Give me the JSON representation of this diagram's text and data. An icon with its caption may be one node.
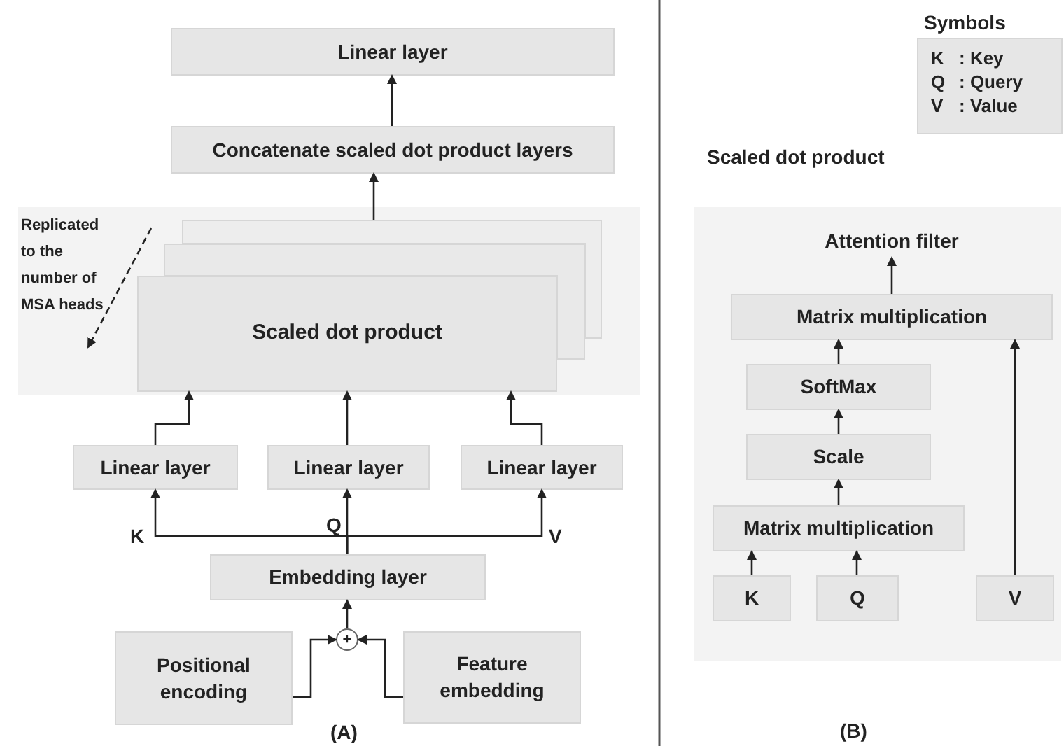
{
  "diagram": {
    "nodes": [
      {
        "text": [
          "Linear layer"
        ]
      },
      {
        "text": [
          "Concatenate scaled dot product layers"
        ]
      },
      {
        "text": [
          "Replicated to the number of MSA heads"
        ]
      },
      {
        "text": [],
        "shape": "box",
        "in": 2
      },
      {
        "text": [],
        "shape": "box",
        "in": 2
      },
      {
        "text": [
          "Scaled dot product"
        ],
        "in": 2
      },
      {
        "text": [
          "Linear layer"
        ]
      },
      {
        "text": [
          "Linear layer"
        ]
      },
      {
        "text": [
          "Linear layer"
        ]
      },
      {
        "text": [
          "Embedding layer"
        ]
      },
      {
        "text": [
          "+"
        ]
      },
      {
        "text": [
          "Positional encoding"
        ]
      },
      {
        "text": [
          "Feature embedding"
        ]
      },
      {
        "text": [
          "Symbols",
          "K",
          ": Key",
          "Q",
          ": Query",
          "V",
          ": Value"
        ]
      },
      {
        "text": [
          "Scaled dot product"
        ]
      },
      {
        "text": [
          "Attention filter"
        ],
        "in": 14
      },
      {
        "text": [
          "Matrix multiplication"
        ],
        "in": 14
      },
      {
        "text": [
          "SoftMax"
        ],
        "in": 14
      },
      {
        "text": [
          "Scale"
        ],
        "in": 14
      },
      {
        "text": [
          "Matrix multiplication"
        ],
        "in": 14
      },
      {
        "text": [
          "K"
        ],
        "in": 14
      },
      {
        "text": [
          "Q"
        ],
        "in": 14
      },
      {
        "text": [
          "V"
        ],
        "in": 14
      }
    ],
    "edges": [
      {
        "from": 1,
        "to": 0,
        "arrow": "to"
      },
      {
        "from": 3,
        "to": 1,
        "arrow": "to"
      },
      {
        "from": 6,
        "to": 5,
        "arrow": "to"
      },
      {
        "from": 7,
        "to": 5,
        "arrow": "to"
      },
      {
        "from": 8,
        "to": 5,
        "arrow": "to"
      },
      {
        "from": 9,
        "to": 6,
        "arrow": "to"
      },
      {
        "from": 9,
        "to": 7,
        "arrow": "to"
      },
      {
        "from": 9,
        "to": 8,
        "arrow": "to"
      },
      {
        "from": 10,
        "to": 9,
        "arrow": "to"
      },
      {
        "from": 11,
        "to": 10,
        "arrow": "to"
      },
      {
        "from": 12,
        "to": 10,
        "arrow": "to"
      },
      {
        "from": 16,
        "to": 15,
        "arrow": "to"
      },
      {
        "from": 17,
        "to": 16,
        "arrow": "to"
      },
      {
        "from": 18,
        "to": 17,
        "arrow": "to"
      },
      {
        "from": 19,
        "to": 18,
        "arrow": "to"
      },
      {
        "from": 20,
        "to": 19,
        "arrow": "to"
      },
      {
        "from": 21,
        "to": 19,
        "arrow": "to"
      },
      {
        "from": 22,
        "to": 16,
        "arrow": "to"
      }
    ],
    "labels": [
      "K",
      "Q",
      "V",
      "(A)",
      "(B)"
    ]
  }
}
